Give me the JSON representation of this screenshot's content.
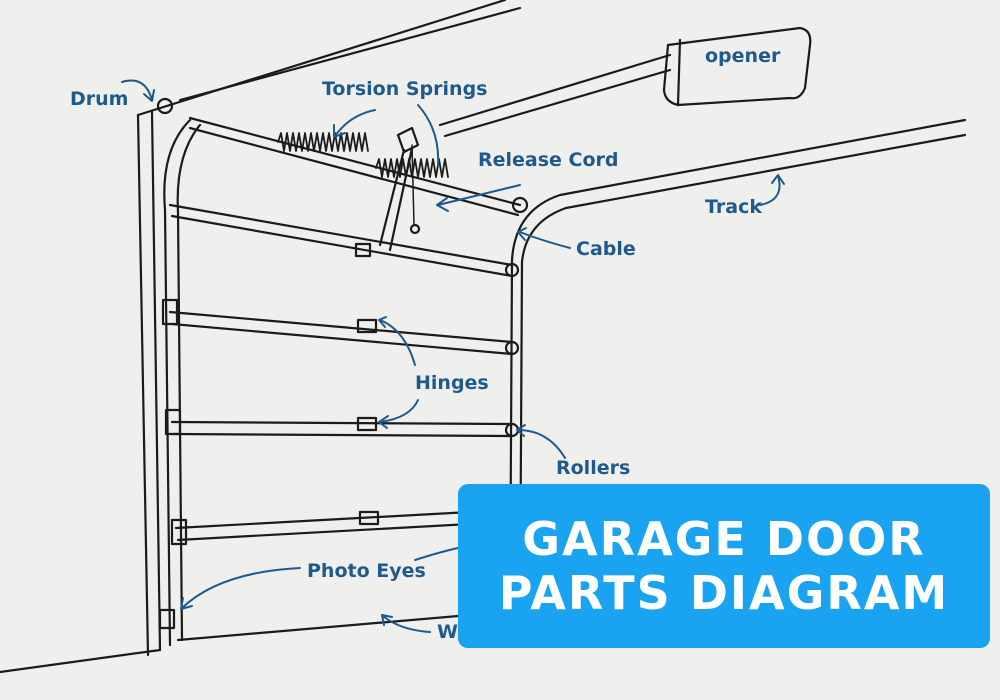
{
  "colors": {
    "background": "#efefed",
    "ink": "#1b1b1b",
    "label": "#1f5a8c",
    "banner": "#1aa3f0",
    "banner_text": "#ffffff"
  },
  "labels": {
    "drum": "Drum",
    "torsion_springs": "Torsion Springs",
    "opener": "opener",
    "release_cord": "Release Cord",
    "track": "Track",
    "cable": "Cable",
    "hinges": "Hinges",
    "rollers": "Rollers",
    "photo_eyes": "Photo Eyes",
    "weather_seal": "We"
  },
  "banner": {
    "line1": "GARAGE DOOR",
    "line2": "PARTS DIAGRAM"
  }
}
